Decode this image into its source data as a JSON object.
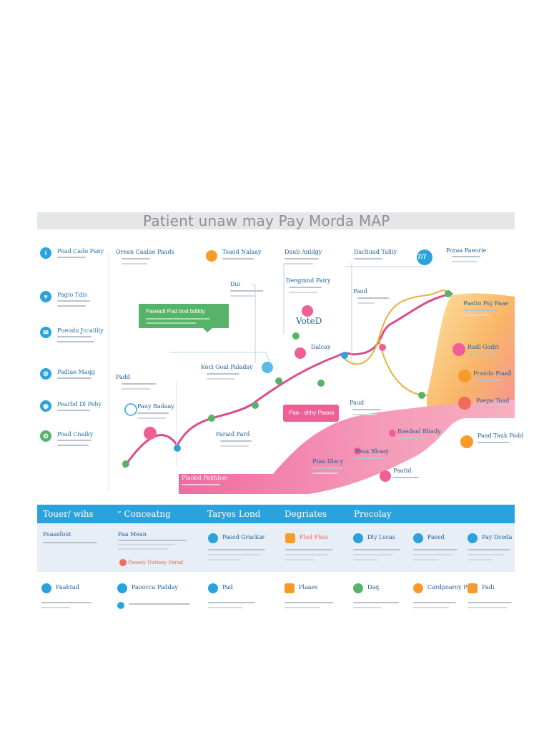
{
  "title": "Patient unaw may Pay Morda MAP",
  "legend": [
    {
      "label": "Poad Cado Pany",
      "icon": "info-icon",
      "color": "#2aa3dd"
    },
    {
      "label": "Pagio Tdis",
      "icon": "heart-icon",
      "color": "#2aa3dd"
    },
    {
      "label": "Pueodu Jccaiiliy",
      "icon": "chat-icon",
      "color": "#2aa3dd"
    },
    {
      "label": "Padlae Maqg",
      "icon": "gear-icon",
      "color": "#2aa3dd"
    },
    {
      "label": "Pearbd Dl Peby",
      "icon": "location-icon",
      "color": "#2aa3dd"
    },
    {
      "label": "Poad Cnaiky",
      "icon": "leaf-icon",
      "color": "#58b36a"
    }
  ],
  "stages": {
    "s1": "Orean Caalae Paads",
    "s2": "Tsaod Nalaay",
    "s3": "Daub Anldgy",
    "s4": "Dacliuad Talliy",
    "s5": "Poraa Paeorie",
    "s6": "Dui",
    "s7": "Dengmnd Pairy",
    "s8": "Paod",
    "s9": "Paatio Psy Paae",
    "s10": "Radi Godri",
    "s11": "Praiolo Piaall",
    "s12": "Paepa Taad",
    "s13": "Paad Tauk Padd",
    "s14": "Padd",
    "s15": "Koci Goal Paladay",
    "s16": "Pauy Badaay",
    "s17": "Paraid Pard",
    "s18": "Paud",
    "s19": "Dalcay",
    "s20": "Baedaal Bhady",
    "s21": "Peaa Bhaay",
    "s22": "Ptaa Dlacy",
    "s23": "Plaobd Pakhbse",
    "s24": "Paatid"
  },
  "callouts": {
    "green": "Pareadl Pad bod bdlldy",
    "pink": "Paa - shhy Paaea",
    "voted": "VoteD",
    "badge": "7/7"
  },
  "footer": {
    "bands": [
      "Touer/ wihs",
      "Conceatng",
      "Taryes Lond",
      "Degriates",
      "Precolay"
    ],
    "row1": [
      {
        "title": "Poaasfout",
        "icon": "heart-icon",
        "color": "#2aa3dd"
      },
      {
        "title": "Paa Mean",
        "icon": "chat-icon",
        "color": "#2aa3dd"
      },
      {
        "title": "Pasod Grackar",
        "icon": "phone-icon",
        "color": "#2aa3dd"
      },
      {
        "title": "Flod Fhas",
        "icon": "star-icon",
        "color": "#f59b2a"
      },
      {
        "title": "Dly Lscas",
        "icon": "chat-icon",
        "color": "#2aa3dd"
      },
      {
        "title": "Faesd",
        "icon": "gear-icon",
        "color": "#2aa3dd"
      },
      {
        "title": "Pay Dceda",
        "icon": "location-icon",
        "color": "#2aa3dd"
      }
    ],
    "row1_extra": "Paeaoy Datieay Parad",
    "row2": [
      {
        "title": "Paahtad",
        "icon": "heart-icon",
        "color": "#2aa3dd"
      },
      {
        "title": "Paoocca Padday",
        "icon": "gear-icon",
        "color": "#2aa3dd"
      },
      {
        "title": "Pad",
        "icon": "phone-icon",
        "color": "#2aa3dd"
      },
      {
        "title": "Plaaes",
        "icon": "star-icon",
        "color": "#f59b2a"
      },
      {
        "title": "Daq",
        "icon": "leaf-icon",
        "color": "#58b36a"
      },
      {
        "title": "Cardpoaroy Pard",
        "icon": "chat-icon",
        "color": "#f59b2a"
      },
      {
        "title": "Padi",
        "icon": "clipboard-icon",
        "color": "#f59b2a"
      }
    ]
  },
  "colors": {
    "blue": "#2aa3dd",
    "pink": "#ef5f96",
    "orange": "#f59b2a",
    "green": "#58b36a",
    "path": "#d94e8a",
    "gold_path": "#e4b23e"
  }
}
